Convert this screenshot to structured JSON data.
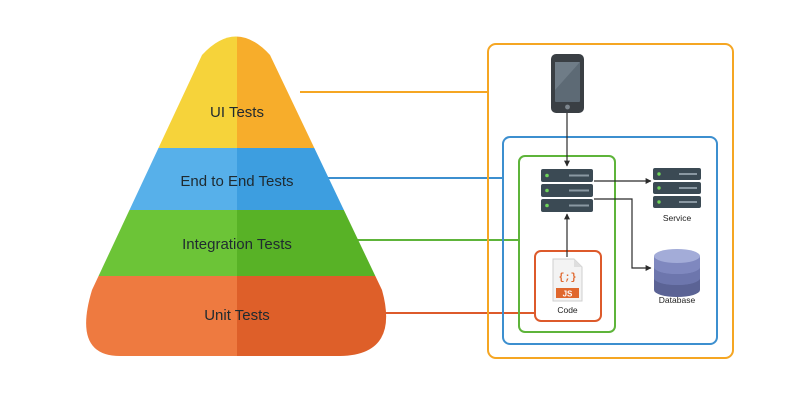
{
  "pyramid": {
    "layers": [
      {
        "label": "UI Tests",
        "color_left": "#f6d33a",
        "color_right": "#f7ad2b"
      },
      {
        "label": "End to End Tests",
        "color_left": "#57b0ea",
        "color_right": "#3d9ee0"
      },
      {
        "label": "Integration Tests",
        "color_left": "#6cc437",
        "color_right": "#58b226"
      },
      {
        "label": "Unit Tests",
        "color_left": "#ee7a40",
        "color_right": "#de5f29"
      }
    ]
  },
  "scope_colors": {
    "ui": "#f5a623",
    "e2e": "#3c8fcf",
    "integration": "#5eb43a",
    "unit": "#dd5a2b"
  },
  "architecture": {
    "phone": {
      "icon": "smartphone-icon"
    },
    "app_server": {
      "icon": "server-icon"
    },
    "service": {
      "label": "Service",
      "icon": "server-icon"
    },
    "database": {
      "label": "Database",
      "icon": "database-icon"
    },
    "code": {
      "label": "Code",
      "badge": "JS",
      "glyph": "{;}",
      "icon": "code-file-icon"
    }
  }
}
